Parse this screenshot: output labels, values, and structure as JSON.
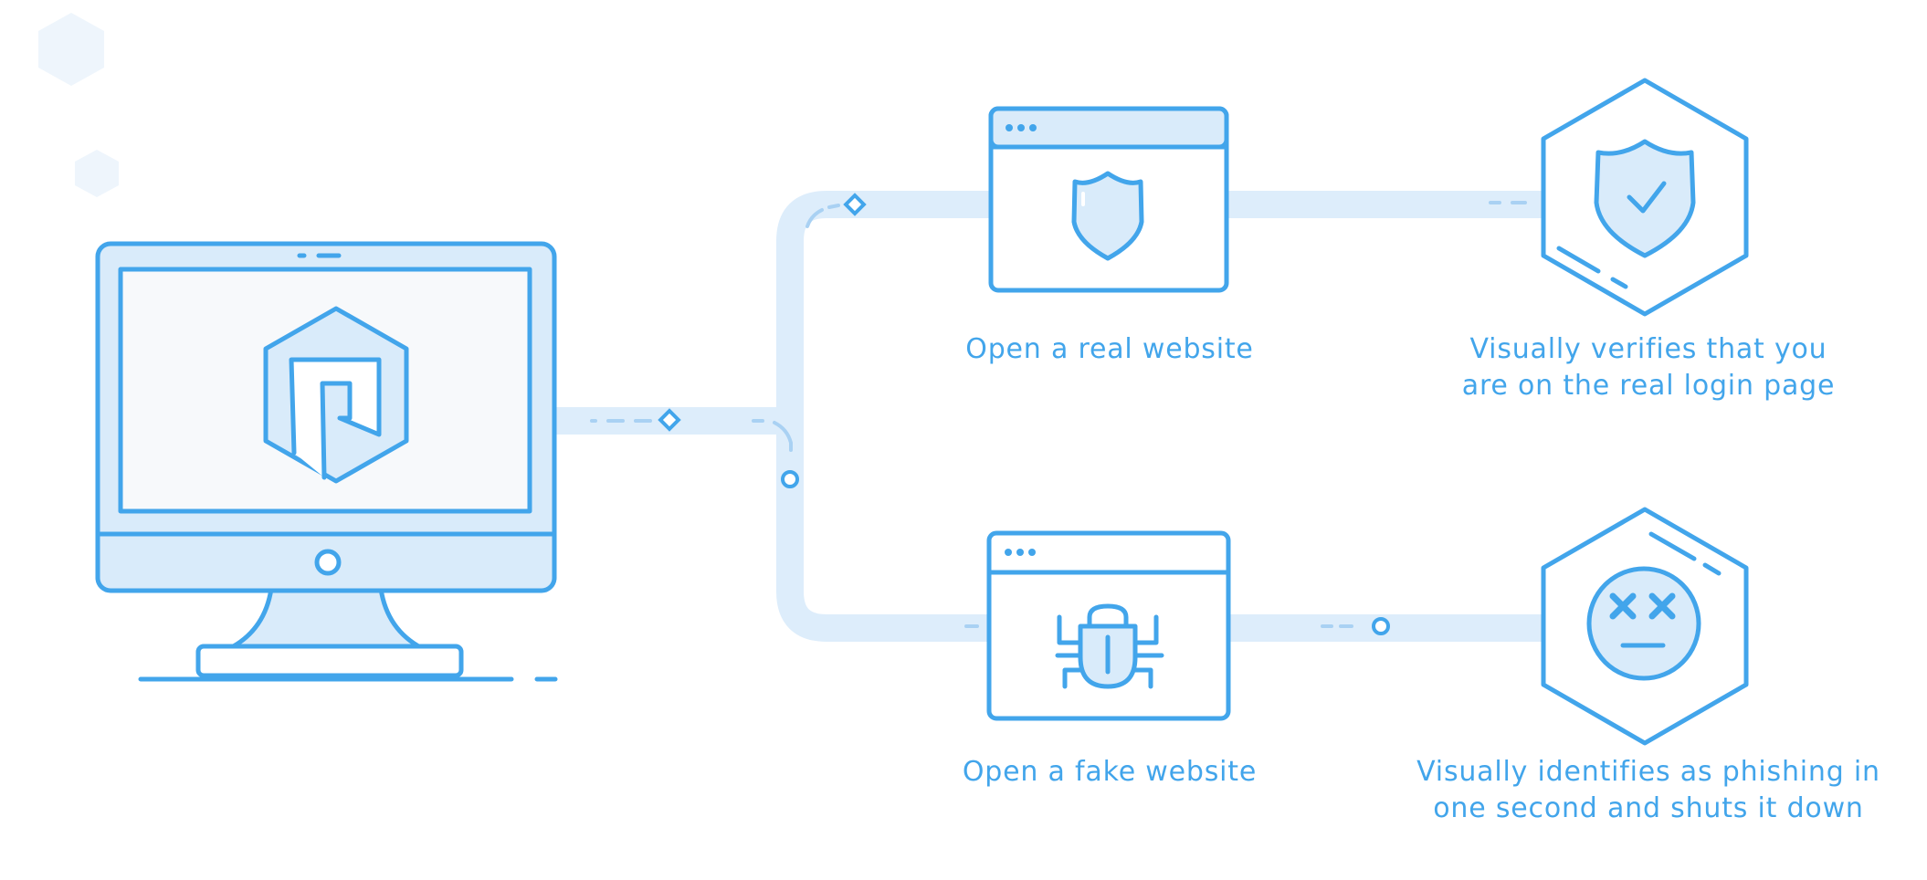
{
  "colors": {
    "stroke": "#42a5eb",
    "fill": "#d9ebfa",
    "track": "#ddedfb",
    "screen": "#f7f9fb",
    "hex_decor": "#eef5fc",
    "text": "#42a5eb"
  },
  "icons": {
    "computer": "desktop-monitor-icon",
    "brand": "hexagon-logo-icon",
    "real_site": "browser-shield-icon",
    "fake_site": "browser-bug-icon",
    "verified": "hexagon-shield-check-icon",
    "phishing": "hexagon-dead-face-icon"
  },
  "captions": {
    "real_site": "Open a real website",
    "verified_line1": "Visually verifies that you",
    "verified_line2": "are on the real login page",
    "fake_site": "Open a fake website",
    "phishing_line1": "Visually identifies as phishing in",
    "phishing_line2": "one second and shuts it down"
  }
}
